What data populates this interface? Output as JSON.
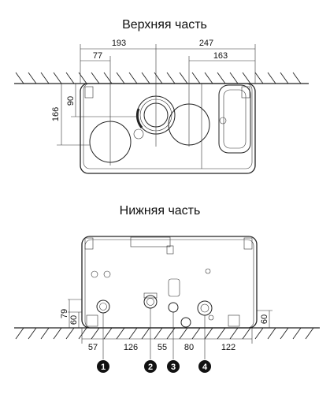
{
  "top_view": {
    "title": "Верхняя часть",
    "dims_horizontal": [
      "193",
      "77",
      "247",
      "163"
    ],
    "dims_vertical": [
      "90",
      "166"
    ]
  },
  "bottom_view": {
    "title": "Нижняя часть",
    "dims_horizontal": [
      "57",
      "126",
      "55",
      "80",
      "122"
    ],
    "dims_vertical_left": [
      "79",
      "60"
    ],
    "dims_vertical_right": [
      "60"
    ]
  },
  "markers": [
    "1",
    "2",
    "3",
    "4"
  ],
  "colors": {
    "line": "#222222",
    "marker_fill": "#111111",
    "background": "#ffffff"
  }
}
